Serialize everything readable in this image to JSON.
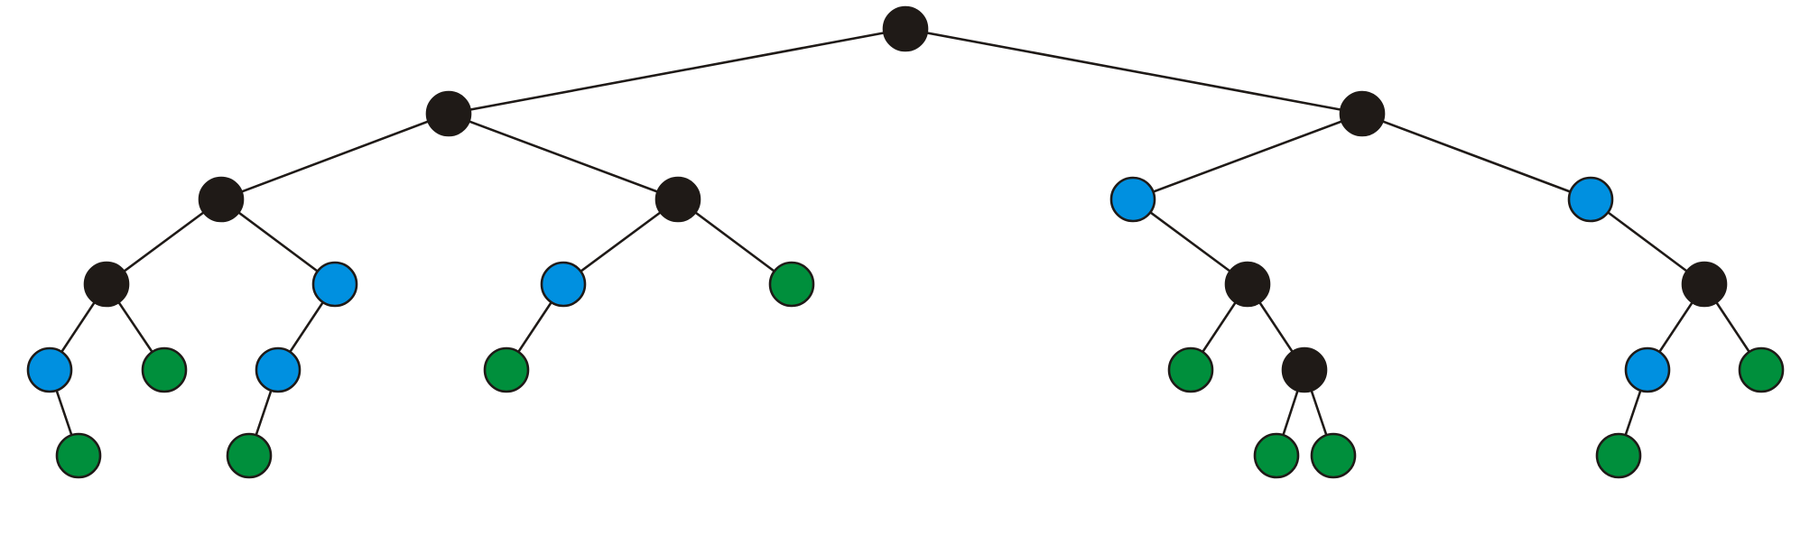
{
  "colors": {
    "black": "#1f1a17",
    "blue": "#0090e0",
    "green": "#008f3c",
    "edge": "#1f1a17",
    "background": "#ffffff"
  },
  "tree": {
    "nodes": [
      {
        "id": "n1",
        "color": "black"
      },
      {
        "id": "n2",
        "color": "black"
      },
      {
        "id": "n3",
        "color": "black"
      },
      {
        "id": "n4",
        "color": "black"
      },
      {
        "id": "n5",
        "color": "black"
      },
      {
        "id": "n6",
        "color": "blue"
      },
      {
        "id": "n7",
        "color": "blue"
      },
      {
        "id": "n8",
        "color": "black"
      },
      {
        "id": "n9",
        "color": "blue"
      },
      {
        "id": "n10",
        "color": "blue"
      },
      {
        "id": "n11",
        "color": "green"
      },
      {
        "id": "n12",
        "color": "blue"
      },
      {
        "id": "n13",
        "color": "green"
      },
      {
        "id": "n14",
        "color": "black"
      },
      {
        "id": "n15",
        "color": "black"
      },
      {
        "id": "n16",
        "color": "blue"
      },
      {
        "id": "n17",
        "color": "green"
      },
      {
        "id": "n18",
        "color": "green"
      },
      {
        "id": "n19",
        "color": "blue"
      },
      {
        "id": "n20",
        "color": "green"
      },
      {
        "id": "n21",
        "color": "green"
      },
      {
        "id": "n22",
        "color": "black"
      },
      {
        "id": "n23",
        "color": "blue"
      },
      {
        "id": "n24",
        "color": "green"
      },
      {
        "id": "n25",
        "color": "green"
      },
      {
        "id": "n26",
        "color": "green"
      },
      {
        "id": "n27",
        "color": "green"
      },
      {
        "id": "n28",
        "color": "green"
      },
      {
        "id": "n29",
        "color": "green"
      }
    ],
    "edges": [
      [
        "n1",
        "n2"
      ],
      [
        "n1",
        "n3"
      ],
      [
        "n2",
        "n4"
      ],
      [
        "n2",
        "n5"
      ],
      [
        "n3",
        "n6"
      ],
      [
        "n3",
        "n7"
      ],
      [
        "n4",
        "n8"
      ],
      [
        "n4",
        "n9"
      ],
      [
        "n5",
        "n10"
      ],
      [
        "n5",
        "n11"
      ],
      [
        "n6",
        "n14"
      ],
      [
        "n7",
        "n15"
      ],
      [
        "n8",
        "n16"
      ],
      [
        "n8",
        "n17"
      ],
      [
        "n9",
        "n12"
      ],
      [
        "n10",
        "n13"
      ],
      [
        "n14",
        "n18"
      ],
      [
        "n14",
        "n22"
      ],
      [
        "n15",
        "n23"
      ],
      [
        "n15",
        "n24"
      ],
      [
        "n16",
        "n25"
      ],
      [
        "n12",
        "n26"
      ],
      [
        "n22",
        "n27"
      ],
      [
        "n22",
        "n28"
      ],
      [
        "n23",
        "n29"
      ]
    ]
  }
}
